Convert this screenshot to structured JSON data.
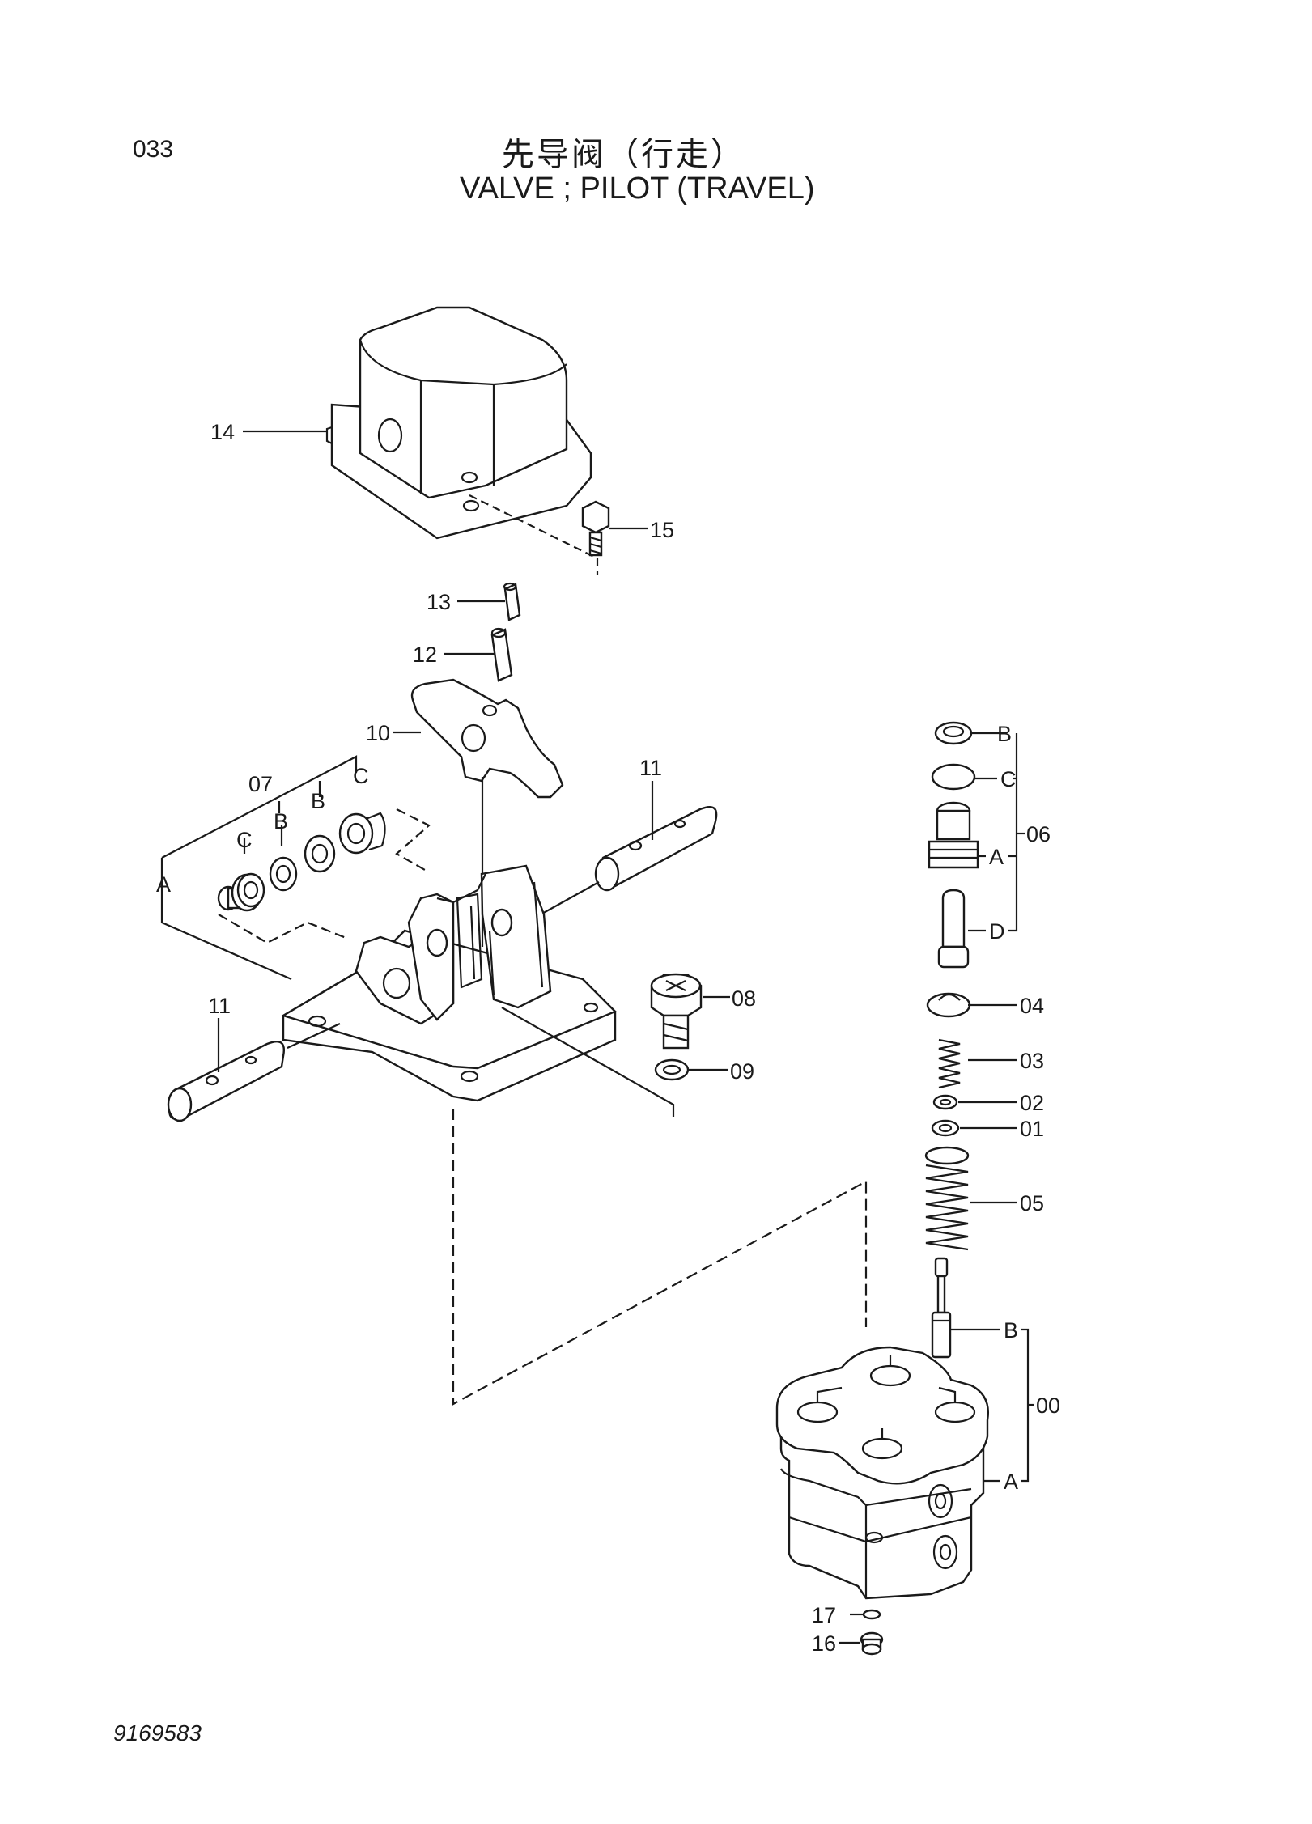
{
  "header": {
    "page_number": "033",
    "title_cn": "先导阀（行走）",
    "title_en": "VALVE ; PILOT (TRAVEL)"
  },
  "footer": {
    "document_number": "9169583"
  },
  "callouts": {
    "c14": "14",
    "c15": "15",
    "c13": "13",
    "c12": "12",
    "c10": "10",
    "c07": "07",
    "c07c1": "C",
    "c07b1": "B",
    "c07b2": "B",
    "c07c2": "C",
    "c07a": "A",
    "c11a": "11",
    "c11b": "11",
    "c08": "08",
    "c09": "09",
    "c06b": "B",
    "c06c": "C",
    "c06": "06",
    "c06a": "A",
    "c06d": "D",
    "c04": "04",
    "c03": "03",
    "c02": "02",
    "c01": "01",
    "c05": "05",
    "c00b": "B",
    "c00": "00",
    "c00a": "A",
    "c17": "17",
    "c16": "16"
  }
}
